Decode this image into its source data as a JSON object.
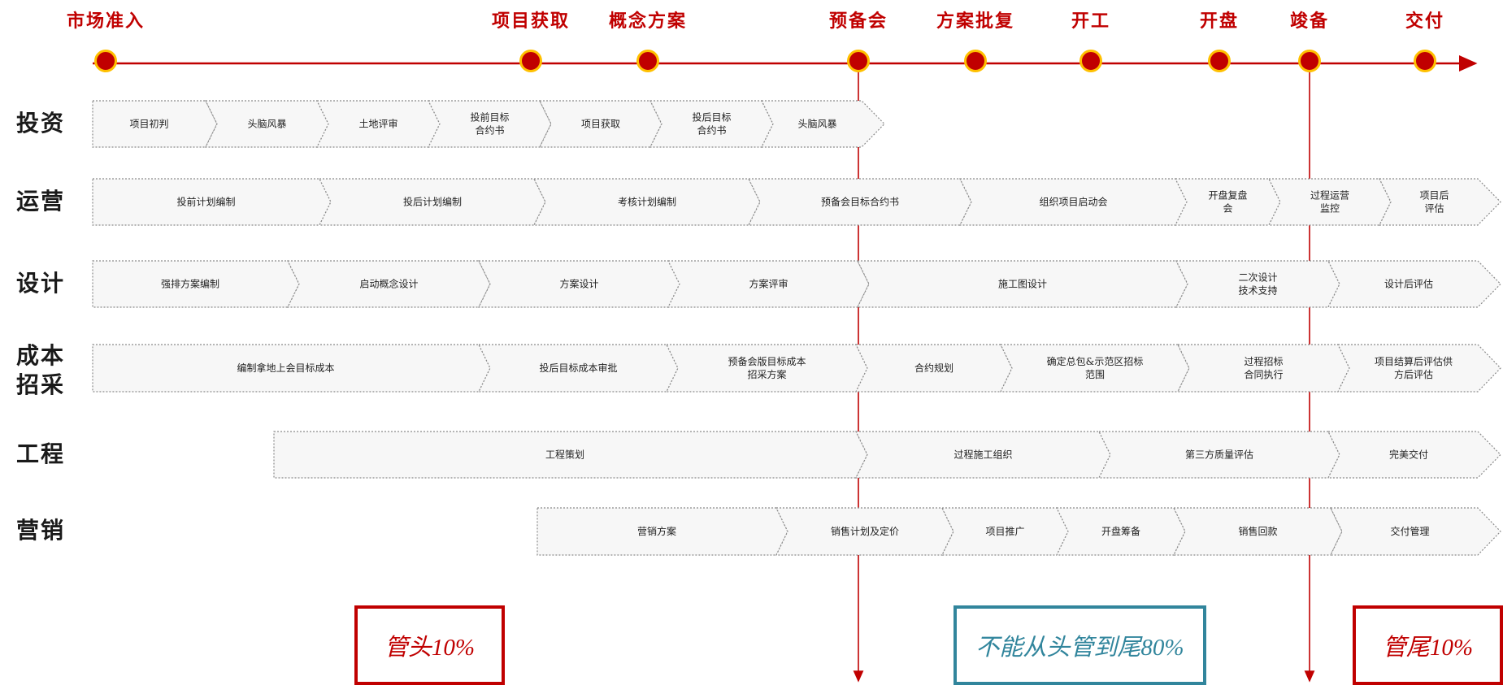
{
  "milestones": [
    {
      "label": "市场准入"
    },
    {
      "label": "项目获取"
    },
    {
      "label": "概念方案"
    },
    {
      "label": "预备会"
    },
    {
      "label": "方案批复"
    },
    {
      "label": "开工"
    },
    {
      "label": "开盘"
    },
    {
      "label": "竣备"
    },
    {
      "label": "交付"
    }
  ],
  "rows": [
    {
      "label": [
        "投资"
      ],
      "steps": [
        [
          "项目初判"
        ],
        [
          "头脑风暴"
        ],
        [
          "土地评审"
        ],
        [
          "投前目标",
          "合约书"
        ],
        [
          "项目获取"
        ],
        [
          "投后目标",
          "合约书"
        ],
        [
          "头脑风暴"
        ]
      ]
    },
    {
      "label": [
        "运营"
      ],
      "steps": [
        [
          "投前计划编制"
        ],
        [
          "投后计划编制"
        ],
        [
          "考核计划编制"
        ],
        [
          "预备会目标合约书"
        ],
        [
          "组织项目启动会"
        ],
        [
          "开盘复盘",
          "会"
        ],
        [
          "过程运营",
          "监控"
        ],
        [
          "项目后",
          "评估"
        ]
      ]
    },
    {
      "label": [
        "设计"
      ],
      "steps": [
        [
          "强排方案编制"
        ],
        [
          "启动概念设计"
        ],
        [
          "方案设计"
        ],
        [
          "方案评审"
        ],
        [
          "施工图设计"
        ],
        [
          "二次设计",
          "技术支持"
        ],
        [
          "设计后评估"
        ]
      ]
    },
    {
      "label": [
        "成本",
        "招采"
      ],
      "steps": [
        [
          "编制拿地上会目标成本"
        ],
        [
          "投后目标成本审批"
        ],
        [
          "预备会版目标成本",
          "招采方案"
        ],
        [
          "合约规划"
        ],
        [
          "确定总包&示范区招标",
          "范围"
        ],
        [
          "过程招标",
          "合同执行"
        ],
        [
          "项目结算后评估供",
          "方后评估"
        ]
      ]
    },
    {
      "label": [
        "工程"
      ],
      "steps": [
        [
          "工程策划"
        ],
        [
          "过程施工组织"
        ],
        [
          "第三方质量评估"
        ],
        [
          "完美交付"
        ]
      ]
    },
    {
      "label": [
        "营销"
      ],
      "steps": [
        [
          "营销方案"
        ],
        [
          "销售计划及定价"
        ],
        [
          "项目推广"
        ],
        [
          "开盘筹备"
        ],
        [
          "销售回款"
        ],
        [
          "交付管理"
        ]
      ]
    }
  ],
  "notes": [
    {
      "text": "管头10%",
      "color": "#c00000"
    },
    {
      "text": "不能从头管到尾80%",
      "color": "#31859c"
    },
    {
      "text": "管尾10%",
      "color": "#c00000"
    }
  ],
  "colors": {
    "accent": "#c00000",
    "dot_ring": "#ffc000",
    "chevron_fill": "#f7f7f7",
    "chevron_stroke": "#8a8a8a"
  }
}
